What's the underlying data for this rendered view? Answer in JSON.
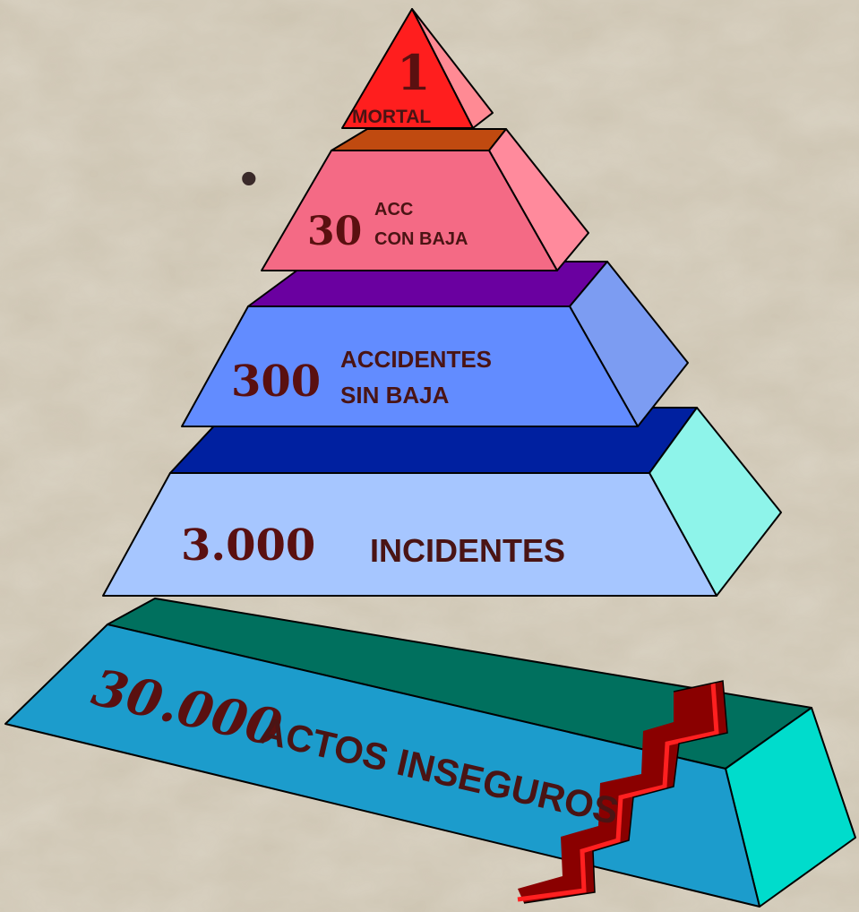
{
  "colors": {
    "background": "#cdc4b1",
    "tier1_front": "#ff1e1e",
    "tier1_side": "#ff8a94",
    "tier2_front": "#f46a85",
    "tier2_top": "#c04a10",
    "tier2_side": "#ff8a9c",
    "tier3_front": "#628cff",
    "tier3_top": "#6a00a0",
    "tier3_side": "#7c9cf2",
    "tier4_front": "#a6c6ff",
    "tier4_top": "#0020a0",
    "tier4_side": "#8ef4ea",
    "tier5_front": "#1c9ccc",
    "tier5_top": "#00705e",
    "tier5_side": "#00dccc",
    "crack": "#8a0000",
    "crack_edge": "#ff2020",
    "text_dark": "#4a1414"
  },
  "pyramid": {
    "tier1": {
      "number": "1",
      "label": "MORTAL"
    },
    "tier2": {
      "number": "30",
      "label_line1": "ACC",
      "label_line2": "CON BAJA"
    },
    "tier3": {
      "number": "300",
      "label_line1": "ACCIDENTES",
      "label_line2": "SIN BAJA"
    },
    "tier4": {
      "number": "3.000",
      "label": "INCIDENTES"
    },
    "tier5": {
      "number": "30.000",
      "label": "ACTOS INSEGUROS"
    }
  },
  "bullet": "•"
}
